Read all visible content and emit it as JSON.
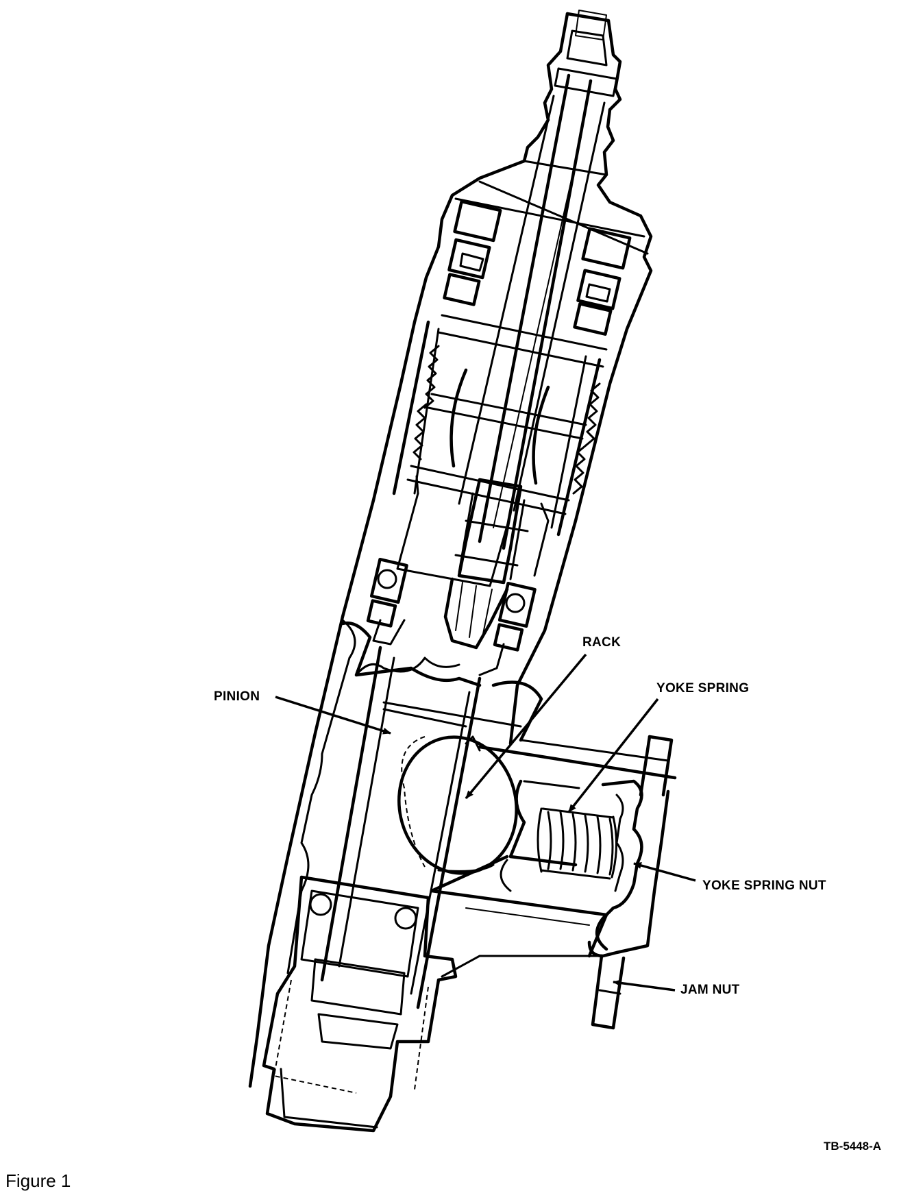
{
  "callouts": {
    "rack": "RACK",
    "yoke_spring": "YOKE SPRING",
    "pinion": "PINION",
    "yoke_spring_nut": "YOKE SPRING NUT",
    "jam_nut": "JAM NUT"
  },
  "reference_code": "TB-5448-A",
  "caption": "Figure 1"
}
